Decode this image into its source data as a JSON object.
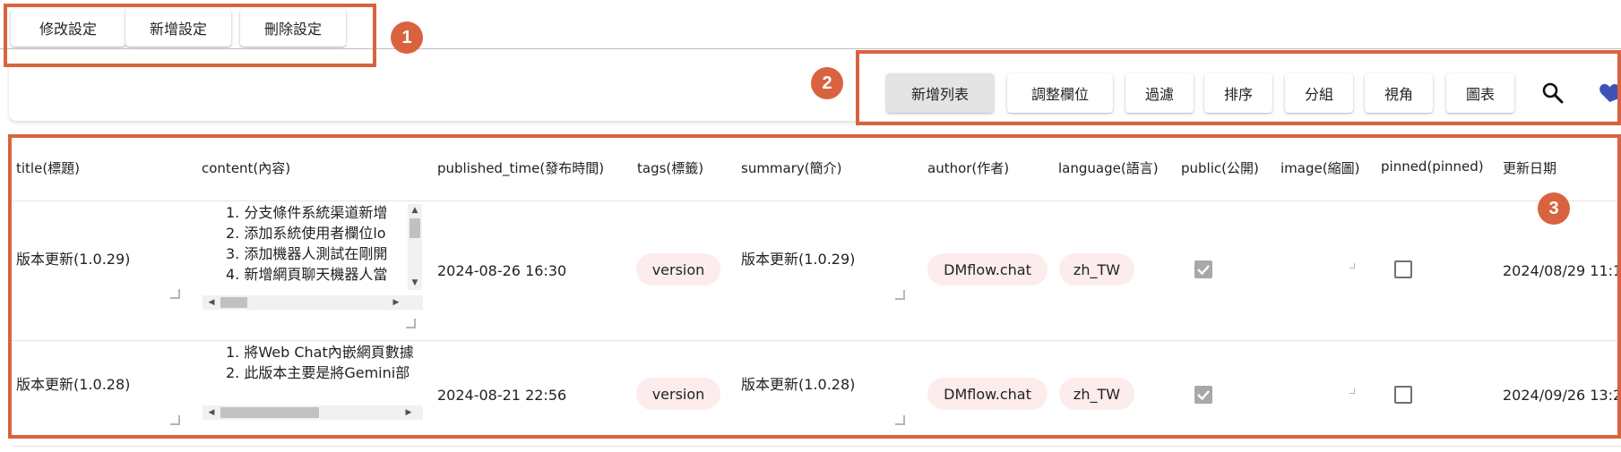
{
  "settings_buttons": [
    {
      "label": "修改設定"
    },
    {
      "label": "新增設定"
    },
    {
      "label": "刪除設定"
    }
  ],
  "toolbar": {
    "buttons": [
      {
        "label": "新增列表",
        "active": true
      },
      {
        "label": "調整欄位",
        "active": false
      },
      {
        "label": "過濾",
        "active": false
      },
      {
        "label": "排序",
        "active": false
      },
      {
        "label": "分組",
        "active": false
      },
      {
        "label": "視角",
        "active": false
      },
      {
        "label": "圖表",
        "active": false
      }
    ],
    "search_icon": "search-icon",
    "heart_icon": "heart-icon"
  },
  "annotations": {
    "badges": [
      "1",
      "2",
      "3"
    ],
    "box_color": "#d9633f"
  },
  "table": {
    "columns": [
      "title(標題)",
      "content(內容)",
      "published_time(發布時間)",
      "tags(標籤)",
      "summary(簡介)",
      "author(作者)",
      "language(語言)",
      "public(公開)",
      "image(縮圖)",
      "pinned(pinned)",
      "更新日期"
    ],
    "rows": [
      {
        "title": "版本更新(1.0.29)",
        "content_lines": [
          "1. 分支條件系統渠道新增",
          "2. 添加系統使用者欄位lo",
          "3. 添加機器人測試在剛開",
          "4. 新增網頁聊天機器人當"
        ],
        "published_time": "2024-08-26 16:30",
        "tag": "version",
        "summary": "版本更新(1.0.29)",
        "author": "DMflow.chat",
        "language": "zh_TW",
        "public": true,
        "pinned": false,
        "updated": "2024/08/29 11:1"
      },
      {
        "title": "版本更新(1.0.28)",
        "content_lines": [
          "1. 將Web Chat內嵌網頁數據",
          "2. 此版本主要是將Gemini部"
        ],
        "published_time": "2024-08-21 22:56",
        "tag": "version",
        "summary": "版本更新(1.0.28)",
        "author": "DMflow.chat",
        "language": "zh_TW",
        "public": true,
        "pinned": false,
        "updated": "2024/09/26 13:2"
      }
    ]
  }
}
